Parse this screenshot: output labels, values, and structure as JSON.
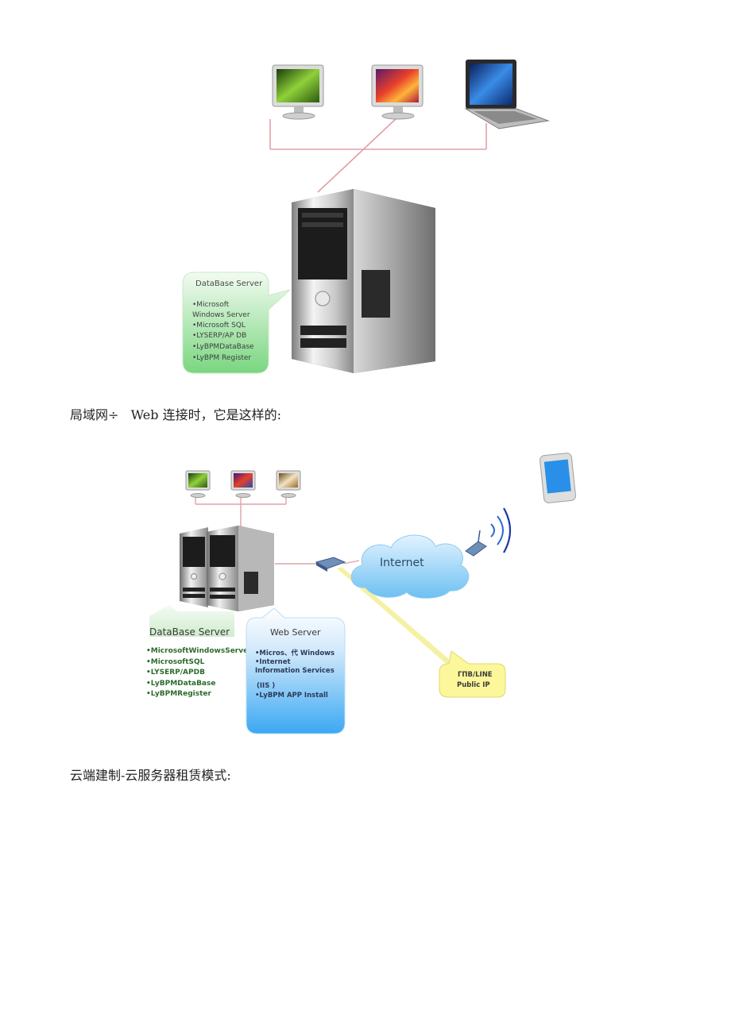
{
  "diagram1": {
    "callout_title": "DataBase Server",
    "callout_items": [
      "•Microsoft",
      "Windows Server",
      "•Microsoft SQL",
      "•LYSERP/AP DB",
      "•LyBPMDataBase",
      "•LyBPM Register"
    ]
  },
  "caption1": "局域网÷   Web 连接时，它是这样的:",
  "diagram2": {
    "internet_label": "Internet",
    "db_title": "DataBase Server",
    "db_items": [
      "•MicrosoftWindowsServer",
      "•MicrosoftSQL",
      "•LYSERP/APDB",
      "•LyBPMDataBase",
      "•LyBPMRegister"
    ],
    "web_title": "Web Server",
    "web_items": [
      "•Micros、代 Windows",
      "•Internet",
      "Information Services",
      "(IIS )",
      "•LyBPM APP Install"
    ],
    "ip_note": [
      "ΓΠΒ/LINE",
      "Public IP"
    ]
  },
  "caption2": "云端建制-云服务器租赁模式:"
}
